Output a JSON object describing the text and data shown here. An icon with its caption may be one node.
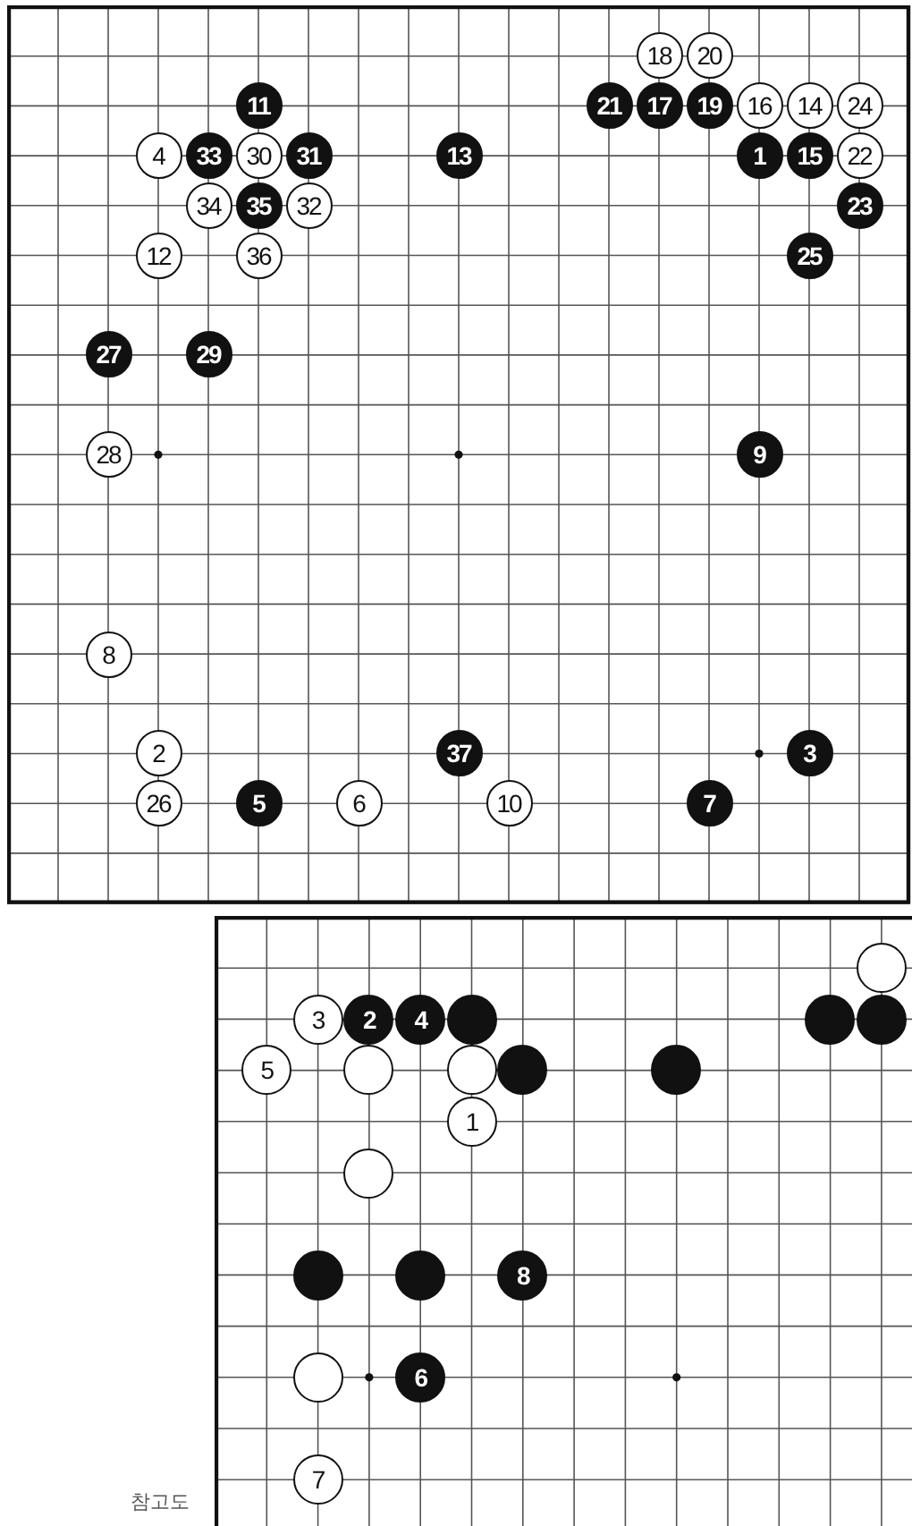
{
  "diagram": {
    "caption": "참고도",
    "nodes": [
      {
        "text": [
          "18"
        ]
      },
      {
        "text": [
          "20"
        ]
      },
      {
        "text": [
          "11"
        ]
      },
      {
        "text": [
          "21"
        ]
      },
      {
        "text": [
          "17"
        ]
      },
      {
        "text": [
          "19"
        ]
      },
      {
        "text": [
          "16"
        ]
      },
      {
        "text": [
          "14"
        ]
      },
      {
        "text": [
          "24"
        ]
      },
      {
        "text": [
          "4"
        ]
      },
      {
        "text": [
          "33"
        ]
      },
      {
        "text": [
          "30"
        ]
      },
      {
        "text": [
          "31"
        ]
      },
      {
        "text": [
          "13"
        ]
      },
      {
        "text": [
          "1"
        ]
      },
      {
        "text": [
          "15"
        ]
      },
      {
        "text": [
          "22"
        ]
      },
      {
        "text": [
          "34"
        ]
      },
      {
        "text": [
          "35"
        ]
      },
      {
        "text": [
          "32"
        ]
      },
      {
        "text": [
          "23"
        ]
      },
      {
        "text": [
          "12"
        ]
      },
      {
        "text": [
          "36"
        ]
      },
      {
        "text": [
          "25"
        ]
      },
      {
        "text": [
          "27"
        ]
      },
      {
        "text": [
          "29"
        ]
      },
      {
        "text": [
          "28"
        ]
      },
      {
        "text": [
          "9"
        ]
      },
      {
        "text": [
          "8"
        ]
      },
      {
        "text": [
          "2"
        ]
      },
      {
        "text": [
          "37"
        ]
      },
      {
        "text": [
          "3"
        ]
      },
      {
        "text": [
          "26"
        ]
      },
      {
        "text": [
          "5"
        ]
      },
      {
        "text": [
          "6"
        ]
      },
      {
        "text": [
          "10"
        ]
      },
      {
        "text": [
          "7"
        ]
      },
      {
        "text": [],
        "shape": "circle"
      },
      {
        "text": [
          "3"
        ]
      },
      {
        "text": [
          "2"
        ]
      },
      {
        "text": [
          "4"
        ]
      },
      {
        "text": [],
        "shape": "circle"
      },
      {
        "text": [],
        "shape": "circle"
      },
      {
        "text": [],
        "shape": "circle"
      },
      {
        "text": [
          "5"
        ]
      },
      {
        "text": [],
        "shape": "circle"
      },
      {
        "text": [],
        "shape": "circle"
      },
      {
        "text": [],
        "shape": "circle"
      },
      {
        "text": [],
        "shape": "circle"
      },
      {
        "text": [
          "1"
        ]
      },
      {
        "text": [],
        "shape": "circle"
      },
      {
        "text": [],
        "shape": "circle"
      },
      {
        "text": [],
        "shape": "circle"
      },
      {
        "text": [
          "8"
        ]
      },
      {
        "text": [],
        "shape": "circle"
      },
      {
        "text": [
          "6"
        ]
      },
      {
        "text": [
          "7"
        ]
      }
    ]
  }
}
